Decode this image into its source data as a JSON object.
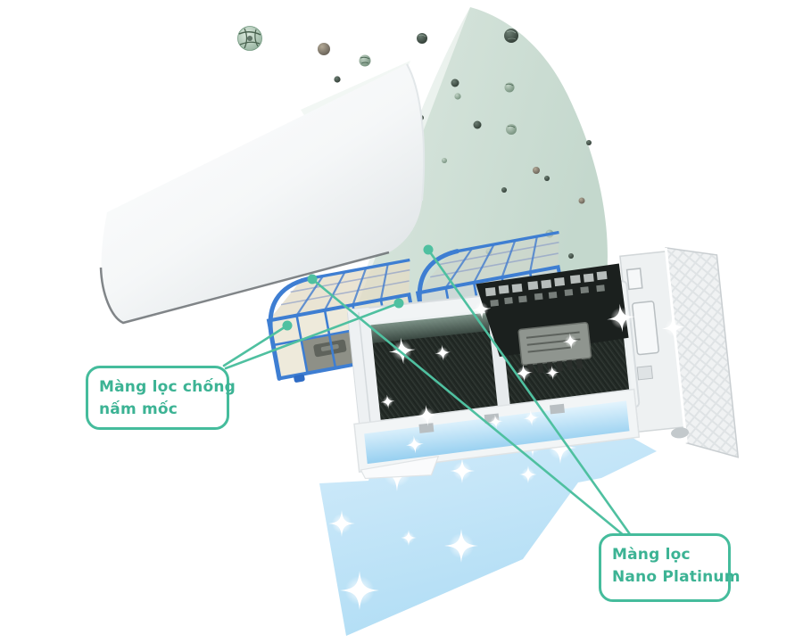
{
  "diagram": {
    "type": "product-callout-illustration",
    "subject": "air-conditioner filter layers (exploded view)",
    "labels": {
      "anti_mold": {
        "lines": [
          "Màng lọc chống",
          "nấm mốc"
        ]
      },
      "nano_platinum": {
        "lines": [
          "Màng lọc",
          "Nano Platinum"
        ]
      }
    },
    "colors": {
      "callout_border_teal": "#45BC9C",
      "callout_text_teal": "#3CB394",
      "leader_line_teal": "#4FC0A0",
      "mint_background": "#CBDCD3",
      "filter_frame_blue": "#3E7ED2",
      "airflow_arrow_blue": "#BEE1F3",
      "unit_body_white": "#F1F4F5",
      "unit_interior_dark": "#242B27",
      "outlet_glow_blue": "#A8D8F2"
    }
  }
}
